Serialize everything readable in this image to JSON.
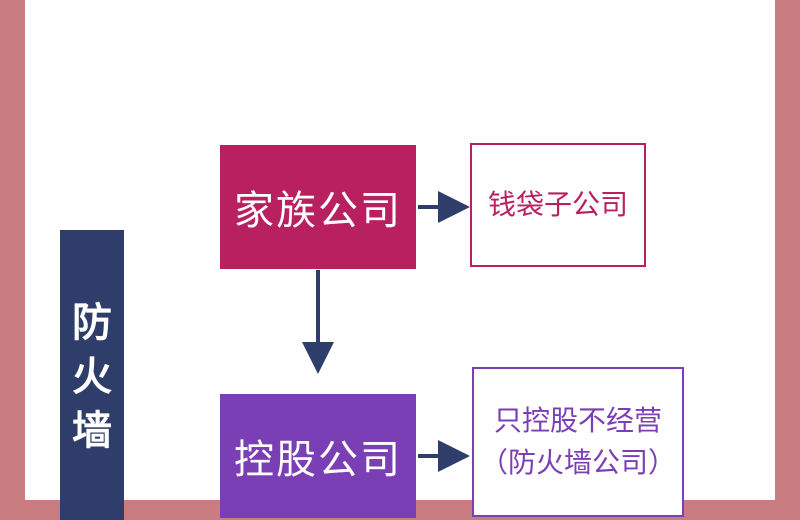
{
  "diagram": {
    "nodes": {
      "family_company": "家族公司",
      "wallet_company": "钱袋子公司",
      "holding_company": "控股公司",
      "non_operating_line1": "只控股不经营",
      "non_operating_line2": "（防火墙公司）",
      "firewall_chars": [
        "防",
        "火",
        "墙"
      ]
    },
    "edges": [
      {
        "from": "family_company",
        "to": "wallet_company"
      },
      {
        "from": "family_company",
        "to": "holding_company"
      },
      {
        "from": "holding_company",
        "to": "non_operating"
      }
    ],
    "colors": {
      "background": "#c97d80",
      "family": "#b8205f",
      "holding": "#7b3fb5",
      "firewall": "#2f3d6a",
      "arrow": "#2f3d6a"
    }
  }
}
